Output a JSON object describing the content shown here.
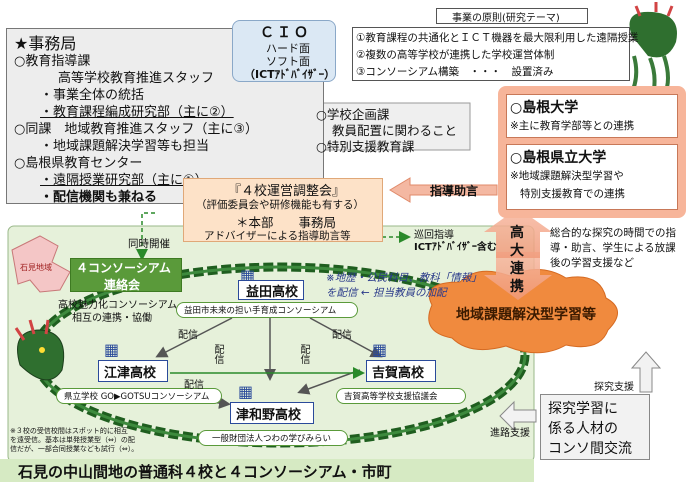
{
  "bureau": {
    "title": "★事務局",
    "lines": [
      "○教育指導課",
      "高等学校教育推進スタッフ",
      "・事業全体の統括",
      "・教育課程編成研究部（主に②）",
      "○同課　地域教育推進スタッフ（主に③）",
      "・地域課題解決学習等も担当",
      "○島根県教育センター",
      "・遠隔授業研究部（主に①）",
      "・配信機関も兼ねる"
    ]
  },
  "cio": {
    "title": "ＣＩＯ",
    "lines": [
      "ハード面",
      "ソフト面",
      "（ICTｱﾄﾞﾊﾞｲｻﾞｰ）"
    ]
  },
  "principles": {
    "header": "事業の原則(研究テーマ)",
    "items": [
      "①教育課程の共通化とＩＣＴ機器を最大限利用した遠隔授業",
      "②複数の高等学校が連携した学校運営体制",
      "③コンソーシアム構築　・・・　設置済み"
    ]
  },
  "school_planning": {
    "lines": [
      "○学校企画課",
      "教員配置に関わること",
      "○特別支援教育課"
    ]
  },
  "universities": {
    "shimane_univ": {
      "name": "○島根大学",
      "note": "※主に教育学部等との連携"
    },
    "shimane_pref_univ": {
      "name": "○島根県立大学",
      "note1": "※地域課題解決型学習や",
      "note2": "特別支援教育での連携"
    }
  },
  "council": {
    "title": "『４校運営調整会』",
    "sub": "（評価委員会や研修機能も有する）",
    "main": "＊本部　　事務局",
    "advisor": "アドバイザーによる指導助言等"
  },
  "labels": {
    "guidance": "指導助言",
    "patrol": "巡回指導",
    "patrol_ict": "ICTｱﾄﾞﾊﾞｲｻﾞｰ含む",
    "hs_univ": [
      "高",
      "大",
      "連",
      "携"
    ],
    "inquiry_note": "総合的な探究の時間での指導・助言、学生による放課後の学習支援など",
    "simultaneous": "同時開催",
    "four_consortium": "４コンソーシアム",
    "liaison": "連絡会",
    "high_school_consortium_1": "高校魅力化コンソーシアム",
    "high_school_consortium_2": "相互の連携・協働",
    "distribution_note_1": "※地歴・公民科目、教科「情報」",
    "distribution_note_2": "を配信 ← 担当教員の加配",
    "regional_learning": "地域課題解決型学習等",
    "inquiry_support": "探究支援",
    "career_support": "進路支援",
    "human_resource_1": "探究学習に",
    "human_resource_2": "係る人材の",
    "human_resource_3": "コンソ間交流",
    "haishin": "配信",
    "haishin_v": "配信",
    "footnote_1": "※３校の受信校間はスポット的に相互",
    "footnote_2": "を遠受信。基本は単発授業型（⇔）の配",
    "footnote_3": "信だが、一部合同授業なども試行（⇔）。",
    "map_label": "石見地域"
  },
  "schools": {
    "masuda": {
      "name": "益田高校",
      "consortium": "益田市未来の担い手育成コンソーシアム"
    },
    "gotsu": {
      "name": "江津高校",
      "consortium": "県立学校 GO▶GOTSUコンソーシアム"
    },
    "yoshika": {
      "name": "吉賀高校",
      "consortium": "吉賀高等学校支援協議会"
    },
    "tsuwano": {
      "name": "津和野高校",
      "consortium": "一般財団法人つわの学びみらい"
    }
  },
  "footer": {
    "title": "石見の中山間地の普通科４校と４コンソーシアム・市町"
  }
}
